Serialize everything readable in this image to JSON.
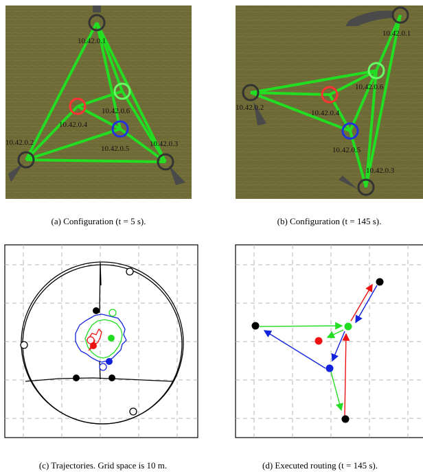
{
  "panels": {
    "a": {
      "caption": "(a) Configuration (t = 5 s).",
      "nodes": [
        {
          "label": "10.42.0.1",
          "color": "#333333"
        },
        {
          "label": "10.42.0.6",
          "color": "#66ff66"
        },
        {
          "label": "10.42.0.4",
          "color": "#ff3333"
        },
        {
          "label": "10.42.0.2",
          "color": "#333333"
        },
        {
          "label": "10.42.0.5",
          "color": "#2233dd"
        },
        {
          "label": "10.42.0.3",
          "color": "#333333"
        }
      ]
    },
    "b": {
      "caption": "(b) Configuration (t = 145 s).",
      "nodes": [
        {
          "label": "10.42.0.1",
          "color": "#333333"
        },
        {
          "label": "10.42.0.6",
          "color": "#66ff66"
        },
        {
          "label": "10.42.0.2",
          "color": "#333333"
        },
        {
          "label": "10.42.0.4",
          "color": "#ff3333"
        },
        {
          "label": "10.42.0.5",
          "color": "#2233dd"
        },
        {
          "label": "10.42.0.3",
          "color": "#333333"
        }
      ]
    },
    "c": {
      "caption": "(c) Trajectories. Grid space is 10 m."
    },
    "d": {
      "caption": "(d) Executed routing (t = 145 s)."
    }
  },
  "colors": {
    "grass": "#6b6a35",
    "link": "#22dd22",
    "relay_green": "#22dd22",
    "relay_red": "#ee1111",
    "relay_blue": "#1122dd",
    "endpoint": "#000000",
    "grid": "#bbbbbb"
  }
}
